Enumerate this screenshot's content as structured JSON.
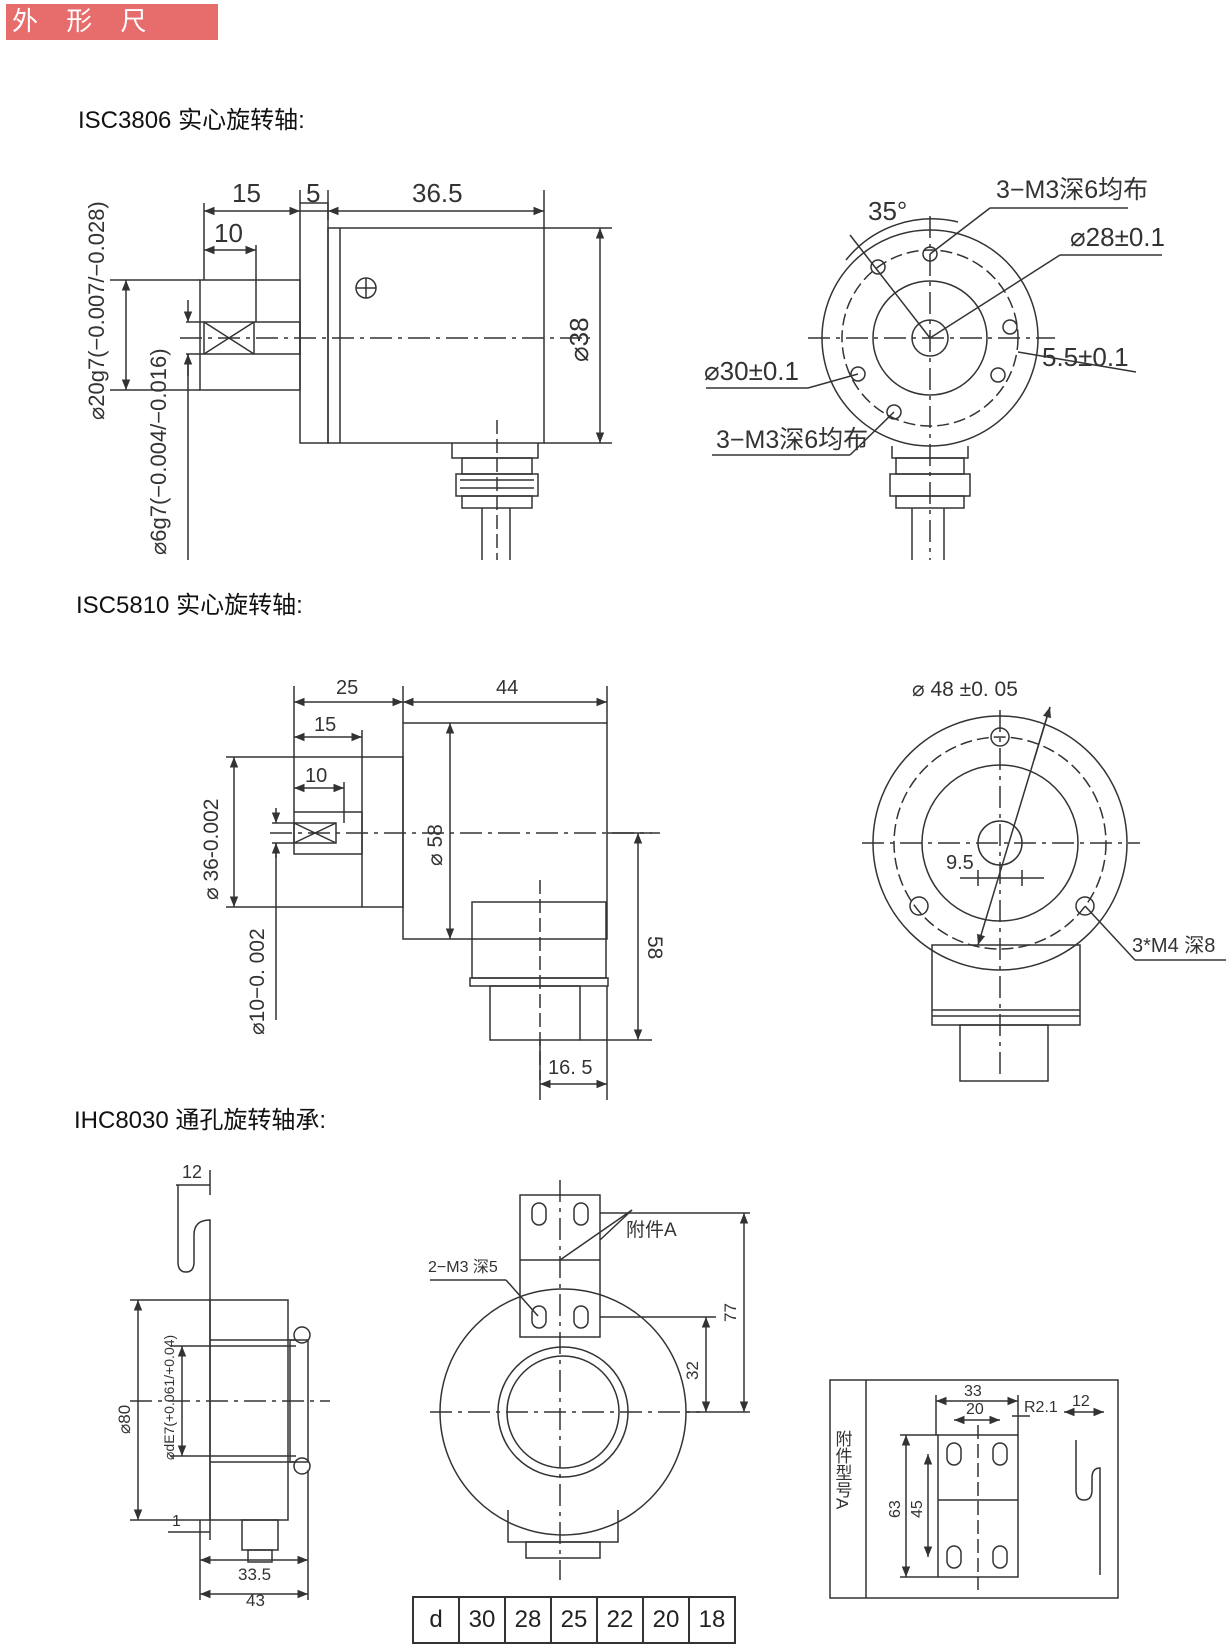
{
  "header": {
    "title": "外 形 尺 寸:"
  },
  "sections": [
    {
      "title": "ISC3806   实心旋转轴:"
    },
    {
      "title": "ISC5810  实心旋转轴:"
    },
    {
      "title": "IHC8030   通孔旋转轴承:"
    }
  ],
  "isc3806": {
    "dims": {
      "d15": "15",
      "d5": "5",
      "d36_5": "36.5",
      "d10": "10",
      "d38": "⌀38",
      "shaft20": "⌀20g7(−0.007/−0.028)",
      "shaft6": "⌀6g7(−0.004/−0.016)"
    },
    "front": {
      "angle": "35°",
      "m3_top": "3−M3深6均布",
      "d28": "⌀28±0.1",
      "d30": "⌀30±0.1",
      "d5_5": "5.5±0.1",
      "m3_bottom": "3−M3深6均布"
    }
  },
  "isc5810": {
    "dims": {
      "d25": "25",
      "d44": "44",
      "d15": "15",
      "d10": "10",
      "d36": "⌀ 36-0.002",
      "d10s": "⌀10−0. 002",
      "d58": "⌀ 58",
      "d58r": "58",
      "d16_5": "16. 5"
    },
    "front": {
      "d48": "⌀ 48  ±0. 05",
      "d9_5": "9.5",
      "m4": "3*M4  深8"
    }
  },
  "ihc8030": {
    "side": {
      "d12": "12",
      "d80": "⌀80",
      "dE7": "⌀dE7(+0.061/+0.04)",
      "d1": "1",
      "d33_5": "33.5",
      "d43": "43"
    },
    "front": {
      "attach": "附件A",
      "m3": "2−M3 深5",
      "d77": "77",
      "d32": "32"
    },
    "table": {
      "header": "d",
      "values": [
        "30",
        "28",
        "25",
        "22",
        "20",
        "18"
      ]
    },
    "accessory": {
      "label": "附件型号A",
      "d33": "33",
      "d20": "20",
      "r2_1": "R2.1",
      "d12": "12",
      "d63": "63",
      "d45": "45"
    }
  }
}
